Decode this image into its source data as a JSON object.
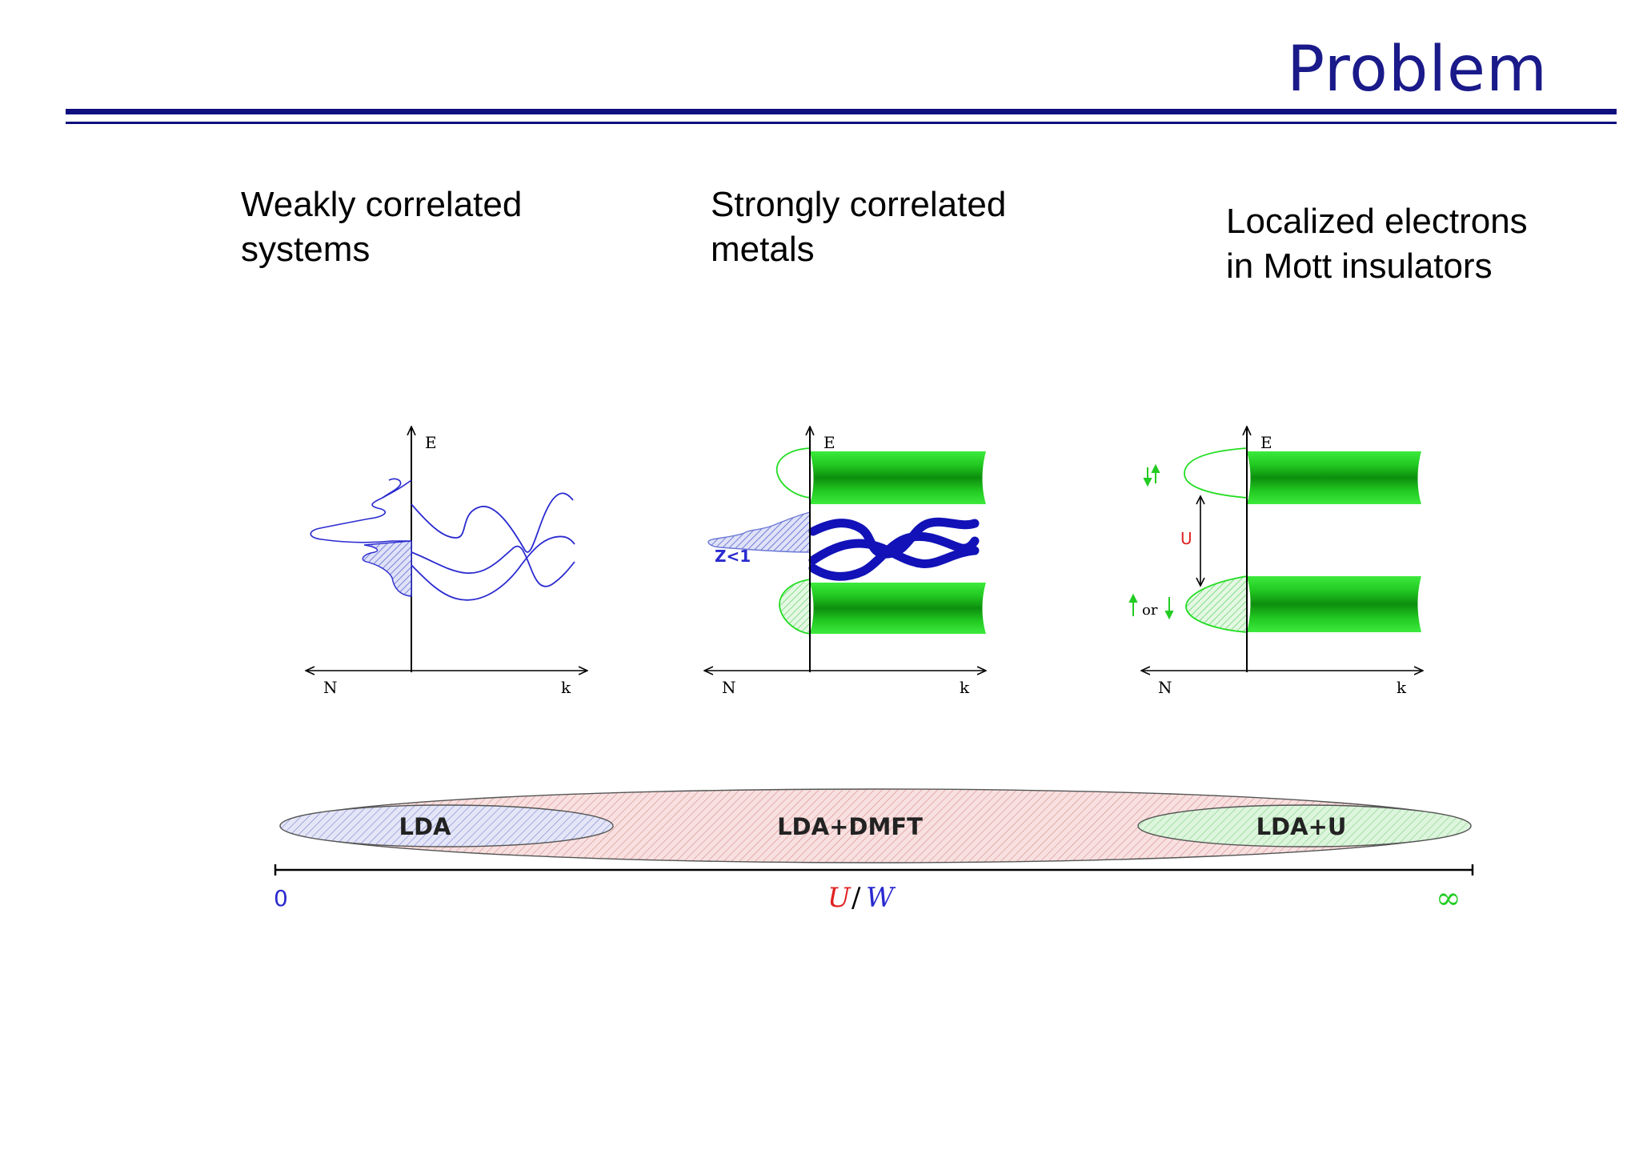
{
  "slide": {
    "title": "Problem"
  },
  "columns": [
    {
      "line1": "Weakly correlated",
      "line2": "systems"
    },
    {
      "line1": "Strongly correlated",
      "line2": "metals"
    },
    {
      "line1": "Localized electrons",
      "line2": "in Mott insulators"
    }
  ],
  "axis_labels": {
    "energy": "E",
    "dos": "N",
    "momentum": "k"
  },
  "panel_labels": {
    "quasiparticle_weight": "Z<1",
    "hubbard_u": "U",
    "or": "or"
  },
  "methods": {
    "left": "LDA",
    "center": "LDA+DMFT",
    "right": "LDA+U"
  },
  "scale": {
    "start": "0",
    "ratio_u": "U",
    "slash": "/",
    "ratio_w": "W",
    "end": "∞"
  },
  "colors": {
    "title": "#1a1a8a",
    "band_blue": "#2a2ad0",
    "band_green": "#22dd22",
    "lda_fill": "#dde0f5",
    "dmft_fill": "#f5d6d6",
    "ldau_fill": "#d8f2d8"
  }
}
